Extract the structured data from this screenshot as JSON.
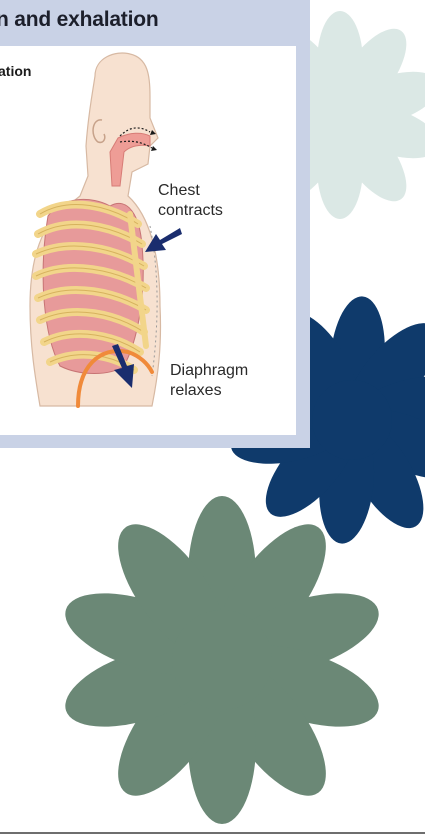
{
  "card": {
    "title": "n and exhalation",
    "subtitle": "ation"
  },
  "labels": {
    "chest_line1": "Chest",
    "chest_line2": "contracts",
    "diaphragm_line1": "Diaphragm",
    "diaphragm_line2": "relaxes"
  },
  "colors": {
    "card_frame": "#c9d2e6",
    "flower_light": "#dbe8e5",
    "flower_navy": "#0f3a6b",
    "flower_sage": "#6b8876",
    "arrow": "#1a2d6e",
    "ribs": "#f2d58a",
    "lungs": "#e79a9a",
    "skin": "#f7e1d0"
  }
}
